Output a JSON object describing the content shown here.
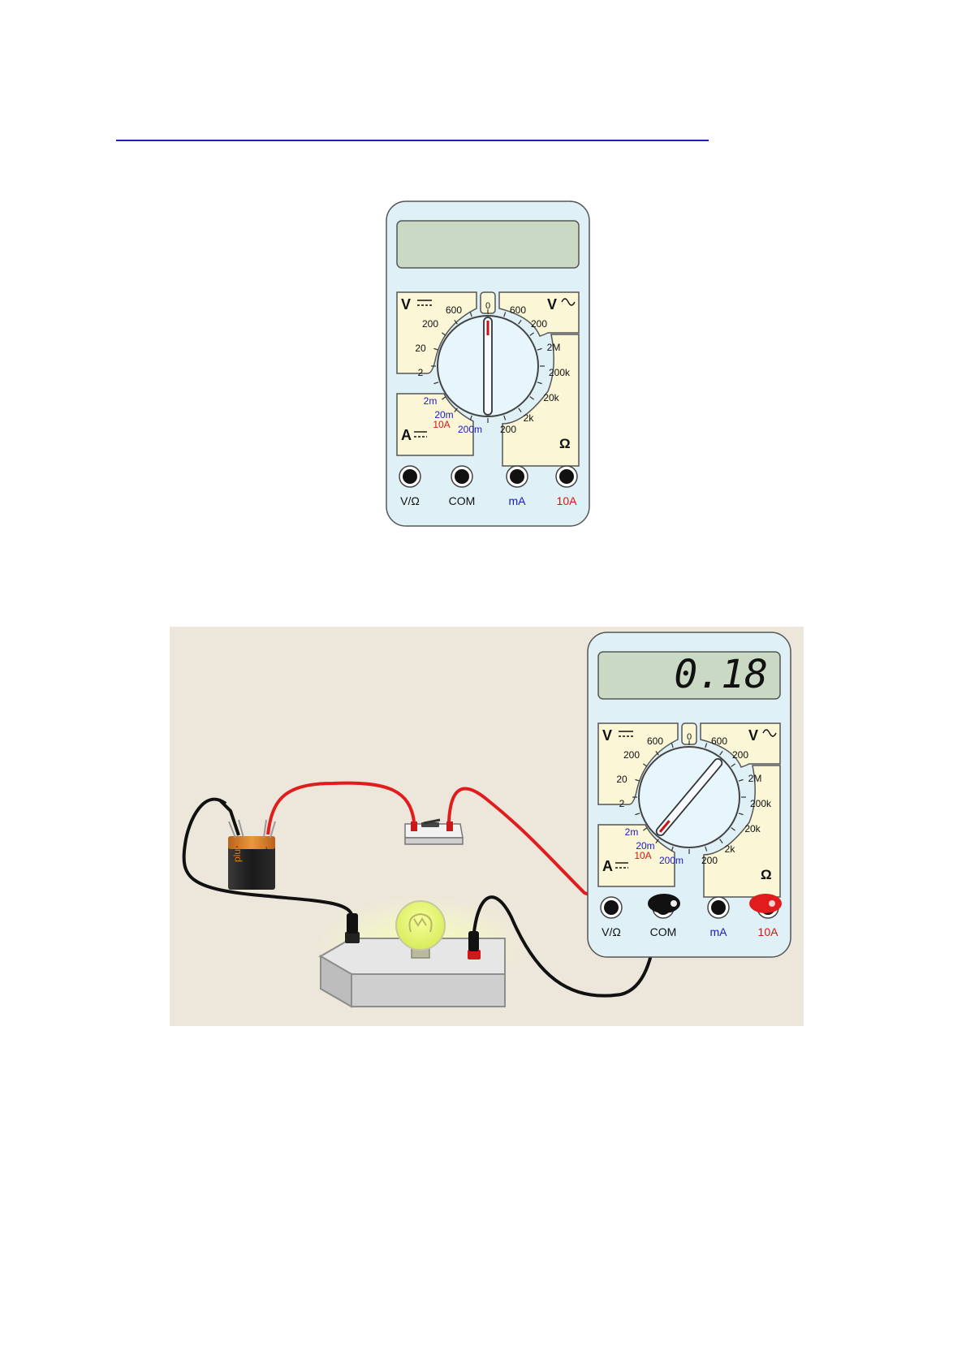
{
  "meter1": {
    "display": "",
    "dc_volt_symbol": "V",
    "ac_volt_symbol": "V",
    "dc_amp_symbol": "A",
    "ohm_symbol": "Ω",
    "off_label": "0",
    "dcv_ranges": [
      "600",
      "200",
      "20",
      "2"
    ],
    "acv_ranges": [
      "600",
      "200"
    ],
    "ohm_ranges": [
      "2M",
      "200k",
      "20k",
      "2k",
      "200"
    ],
    "dca_ranges": [
      "2m",
      "20m",
      "200m"
    ],
    "dca_10a": "10A",
    "jacks": [
      "V/Ω",
      "COM",
      "mA",
      "10A"
    ],
    "dial_setting": "0"
  },
  "meter2": {
    "display": "0.18",
    "dc_volt_symbol": "V",
    "ac_volt_symbol": "V",
    "dc_amp_symbol": "A",
    "ohm_symbol": "Ω",
    "off_label": "0",
    "dcv_ranges": [
      "600",
      "200",
      "20",
      "2"
    ],
    "acv_ranges": [
      "600",
      "200"
    ],
    "ohm_ranges": [
      "2M",
      "200k",
      "20k",
      "2k",
      "200"
    ],
    "dca_ranges": [
      "2m",
      "20m",
      "200m"
    ],
    "dca_10a": "10A",
    "jacks": [
      "V/Ω",
      "COM",
      "mA",
      "10A"
    ],
    "dial_setting": "10A"
  },
  "battery": {
    "brand_text": "plus"
  },
  "colors": {
    "meter_body": "#dff0f7",
    "panel": "#fbf6d6",
    "lcd": "#c9d9c3",
    "wire_red": "#e01c1c",
    "wire_black": "#111111",
    "scene_bg": "#ede6da",
    "label_blue": "#1a1ac8",
    "label_red": "#e01010"
  }
}
